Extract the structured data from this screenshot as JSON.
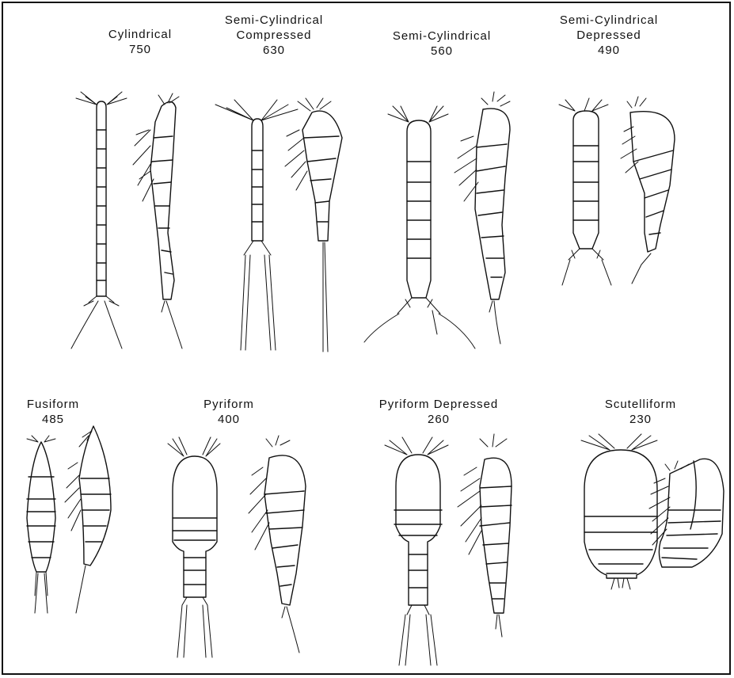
{
  "figure": {
    "forms": [
      {
        "id": "cylindrical",
        "name_lines": [
          "Cylindrical"
        ],
        "value": "750"
      },
      {
        "id": "semi-cylindrical-compressed",
        "name_lines": [
          "Semi-Cylindrical",
          "Compressed"
        ],
        "value": "630"
      },
      {
        "id": "semi-cylindrical",
        "name_lines": [
          "Semi-Cylindrical"
        ],
        "value": "560"
      },
      {
        "id": "semi-cylindrical-depressed",
        "name_lines": [
          "Semi-Cylindrical",
          "Depressed"
        ],
        "value": "490"
      },
      {
        "id": "fusiform",
        "name_lines": [
          "Fusiform"
        ],
        "value": "485"
      },
      {
        "id": "pyriform",
        "name_lines": [
          "Pyriform"
        ],
        "value": "400"
      },
      {
        "id": "pyriform-depressed",
        "name_lines": [
          "Pyriform Depressed"
        ],
        "value": "260"
      },
      {
        "id": "scutelliform",
        "name_lines": [
          "Scutelliform"
        ],
        "value": "230"
      }
    ]
  }
}
